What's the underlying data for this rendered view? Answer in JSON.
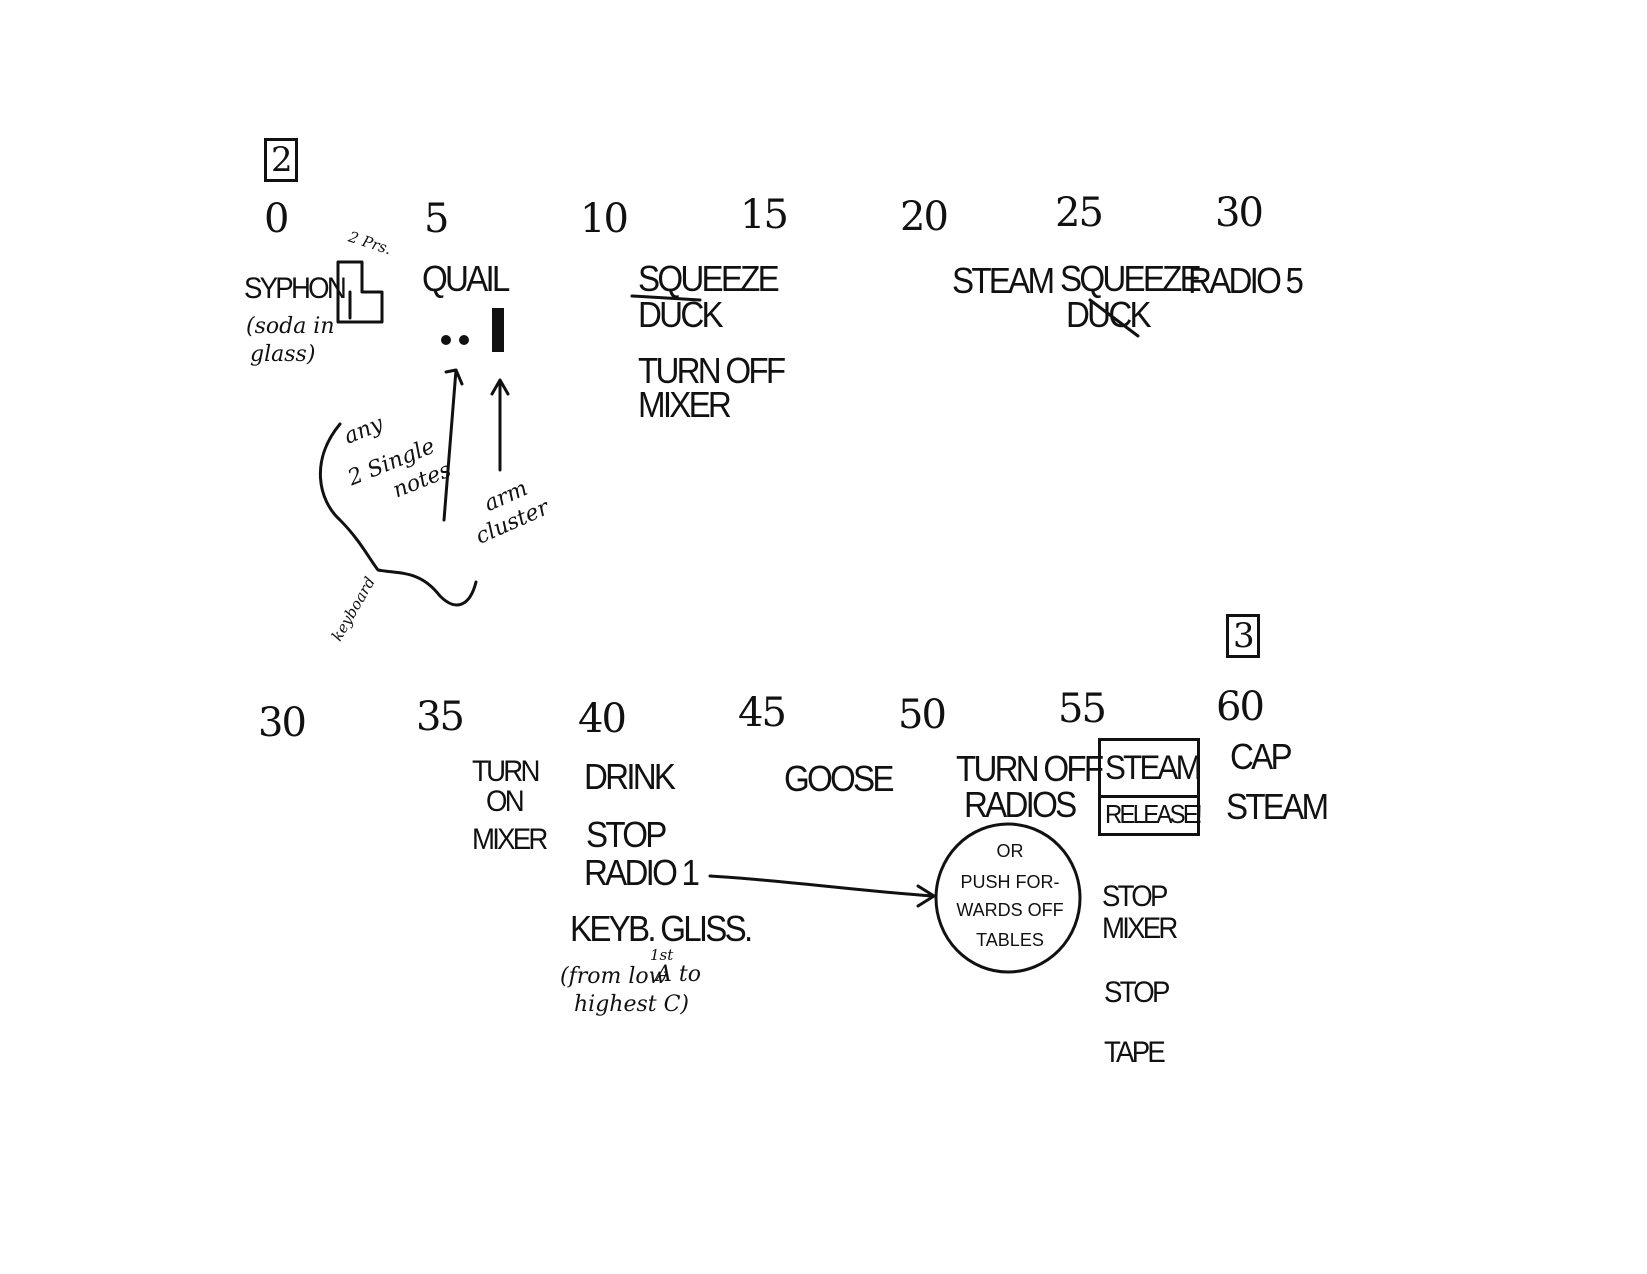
{
  "section_marks": [
    "2",
    "3"
  ],
  "timeline_top": [
    "0",
    "5",
    "10",
    "15",
    "20",
    "25",
    "30"
  ],
  "timeline_bottom": [
    "30",
    "35",
    "40",
    "45",
    "50",
    "55",
    "60"
  ],
  "top_cues": {
    "syphon": "SYPHON",
    "syphon_note_1": "(soda in",
    "syphon_note_2": "glass)",
    "piano_pedal": "2 Prs.",
    "quail": "QUAIL",
    "any_notes_1": "any",
    "any_notes_2": "2 Single",
    "any_notes_3": "notes",
    "arm_cluster_1": "arm",
    "arm_cluster_2": "cluster",
    "keyboard": "keyboard",
    "squeeze_duck_1_a": "SQUEEZE",
    "squeeze_duck_1_b": "DUCK",
    "turn_off_mixer_a": "TURN OFF",
    "turn_off_mixer_b": "MIXER",
    "steam": "STEAM",
    "squeeze_duck_2_a": "SQUEEZE",
    "squeeze_duck_2_b": "DUCK",
    "radio5": "RADIO 5"
  },
  "bottom_cues": {
    "turn_on_mixer_a": "TURN",
    "turn_on_mixer_b": "ON",
    "turn_on_mixer_c": "MIXER",
    "drink": "DRINK",
    "stop_radio1_a": "STOP",
    "stop_radio1_b": "RADIO 1",
    "keyb_gliss": "KEYB. GLISS.",
    "gliss_note_1": "(from low",
    "gliss_note_sup": "1st",
    "gliss_note_2": "A to",
    "gliss_note_3": "highest C)",
    "goose": "GOOSE",
    "turn_off_radios_a": "TURN OFF",
    "turn_off_radios_b": "RADIOS",
    "circle_or": "OR",
    "circle_push_a": "PUSH FOR-",
    "circle_push_b": "WARDS OFF",
    "circle_push_c": "TABLES",
    "steam_release_a": "STEAM",
    "steam_release_b": "RELEASE!",
    "stop_mixer_a": "STOP",
    "stop_mixer_b": "MIXER",
    "stop_tape_a": "STOP",
    "stop_tape_b": "TAPE",
    "cap_steam_a": "CAP",
    "cap_steam_b": "STEAM"
  }
}
